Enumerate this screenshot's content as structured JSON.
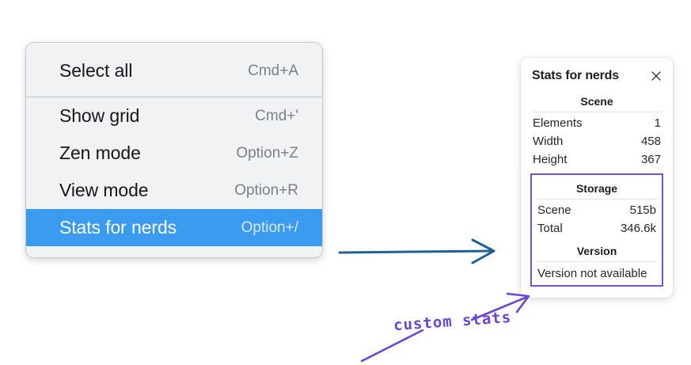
{
  "colors": {
    "menu_bg": "#f1f2f4",
    "menu_border": "#c2c8d0",
    "selection_blue": "#3b9bf0",
    "annotation_blue": "#1f6196",
    "annotation_purple": "#6b45d4",
    "box_purple": "#7a52d8",
    "text_primary": "#16171a",
    "text_muted": "#7b7f86"
  },
  "context_menu": {
    "groups": [
      {
        "items": [
          {
            "label": "Select all",
            "shortcut": "Cmd+A",
            "selected": false
          }
        ]
      },
      {
        "items": [
          {
            "label": "Show grid",
            "shortcut": "Cmd+'",
            "selected": false
          },
          {
            "label": "Zen mode",
            "shortcut": "Option+Z",
            "selected": false
          },
          {
            "label": "View mode",
            "shortcut": "Option+R",
            "selected": false
          },
          {
            "label": "Stats for nerds",
            "shortcut": "Option+/",
            "selected": true
          }
        ]
      }
    ]
  },
  "stats_panel": {
    "title": "Stats for nerds",
    "close_icon": "close-icon",
    "sections": [
      {
        "heading": "Scene",
        "rows": [
          {
            "key": "Elements",
            "value": "1"
          },
          {
            "key": "Width",
            "value": "458"
          },
          {
            "key": "Height",
            "value": "367"
          }
        ]
      },
      {
        "heading": "Storage",
        "rows": [
          {
            "key": "Scene",
            "value": "515b"
          },
          {
            "key": "Total",
            "value": "346.6k"
          }
        ]
      },
      {
        "heading": "Version",
        "plain_rows": [
          "Version not available"
        ]
      }
    ]
  },
  "annotations": {
    "handwritten_note": "custom stats",
    "blue_arrow": "arrow-menu-to-panel",
    "purple_arrow": "arrow-note-to-version",
    "purple_underline": "underline-stroke"
  }
}
